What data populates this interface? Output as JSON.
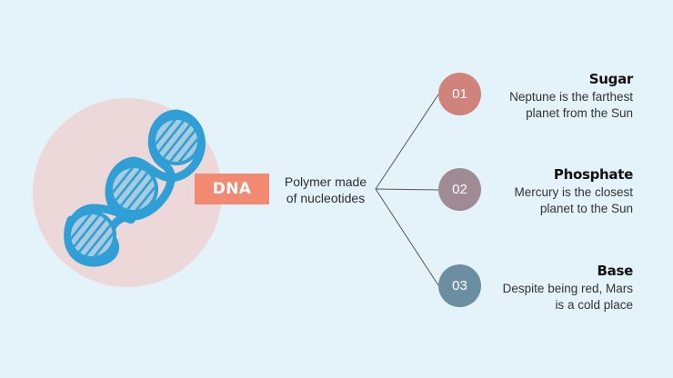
{
  "center": {
    "label": "DNA",
    "description_line1": "Polymer made",
    "description_line2": "of nucleotides"
  },
  "items": [
    {
      "number": "01",
      "title": "Sugar",
      "line1": "Neptune is the farthest",
      "line2": "planet from the Sun",
      "color": "#d0837a"
    },
    {
      "number": "02",
      "title": "Phosphate",
      "line1": "Mercury is the closest",
      "line2": "planet to the Sun",
      "color": "#a08a94"
    },
    {
      "number": "03",
      "title": "Base",
      "line1": "Despite being red, Mars",
      "line2": "is a cold place",
      "color": "#6c8ea3"
    }
  ],
  "colors": {
    "background": "#e4f3f9",
    "circle": "#ecd7d9",
    "helix": "#2f9fd6",
    "stripes": "#a9cbdf",
    "label_box": "#f28a72",
    "connector": "#555555"
  },
  "icons": {
    "helix": "dna-helix-icon"
  }
}
